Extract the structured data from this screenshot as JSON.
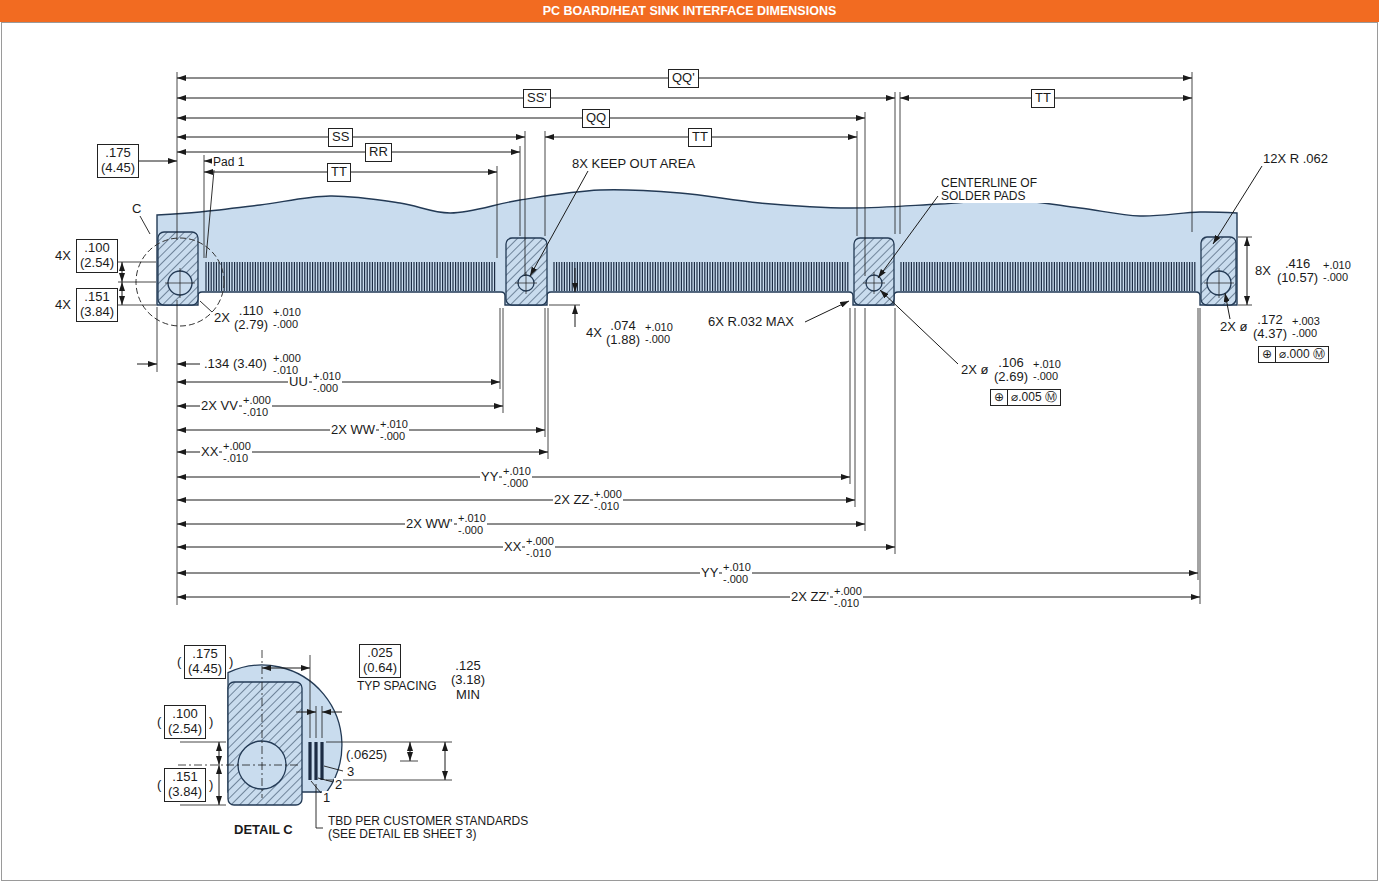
{
  "diagram": {
    "title": "PC BOARD/HEAT SINK INTERFACE DIMENSIONS",
    "nodes": [
      {
        "text": [
          "QQ'"
        ]
      },
      {
        "text": [
          "SS'"
        ]
      },
      {
        "text": [
          "TT"
        ]
      },
      {
        "text": [
          "QQ"
        ]
      },
      {
        "text": [
          "SS"
        ]
      },
      {
        "text": [
          "TT"
        ]
      },
      {
        "text": [
          ".175 (4.45)"
        ]
      },
      {
        "text": [
          "RR"
        ]
      },
      {
        "text": [
          "TT"
        ]
      },
      {
        "text": [
          ".100 (2.54)"
        ]
      },
      {
        "text": [
          ".151 (3.84)"
        ]
      },
      {
        "text": [
          ".175 (4.45)"
        ]
      },
      {
        "text": [
          ".025 (0.64)"
        ]
      },
      {
        "text": [
          ".100 (2.54)"
        ]
      },
      {
        "text": [
          ".151 (3.84)"
        ]
      }
    ],
    "labels": [
      "Pad 1",
      "8X KEEP OUT AREA",
      "C",
      "CENTERLINE OF SOLDER PADS",
      "12X R .062",
      "4X",
      "4X",
      "2X",
      ".110 (2.79)",
      "+.010 -.000",
      ".134 (3.40)",
      "+.000 -.010",
      "4X",
      ".074 (1.88)",
      "+.010 -.000",
      "6X R.032 MAX",
      "8X",
      ".416 (10.57)",
      "+.010 -.000",
      "2X ø",
      ".172 (4.37)",
      "+.003 -.000",
      "⊕",
      "⌀.000 Ⓜ",
      "2X ø",
      ".106 (2.69)",
      "+.010 -.000",
      "⊕",
      "⌀.005 Ⓜ",
      "UU",
      "+.010 -.000",
      "2X VV",
      "+.000 -.010",
      "2X WW",
      "+.010 -.000",
      "XX",
      "+.000 -.010",
      "YY",
      "+.010 -.000",
      "2X ZZ",
      "+.000 -.010",
      "2X WW'",
      "+.010 -.000",
      "XX",
      "+.000 -.010",
      "YY",
      "+.010 -.000",
      "2X ZZ'",
      "+.000 -.010",
      "(",
      ")",
      "TYP SPACING",
      ".125 (3.18) MIN",
      "(.0625)",
      "(",
      ")",
      "(",
      ")",
      "3",
      "2",
      "1",
      "TBD PER CUSTOMER STANDARDS (SEE DETAIL EB SHEET 3)",
      "DETAIL C"
    ]
  }
}
